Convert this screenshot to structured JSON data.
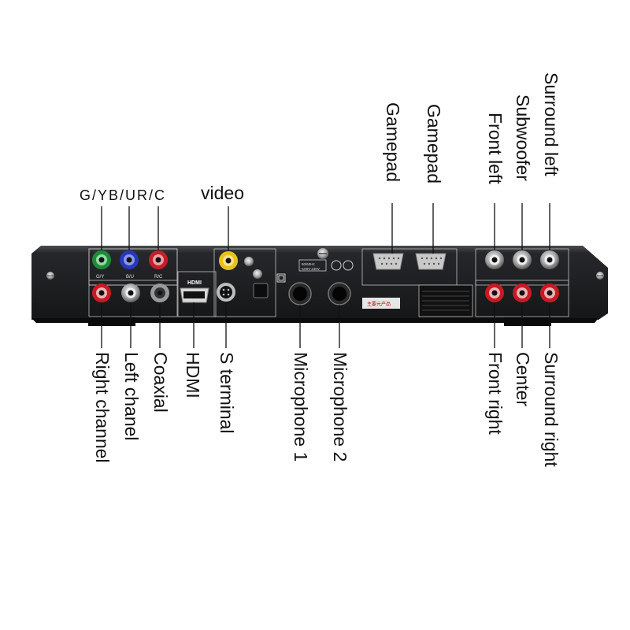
{
  "top_labels": {
    "component": "G/YB/UR/C",
    "video": "video",
    "gamepad_1": "Gamepad",
    "gamepad_2": "Gamepad",
    "front_left": "Front left",
    "subwoofer": "Subwoofer",
    "surround_left": "Surround left"
  },
  "bottom_labels": {
    "right_channel": "Right channel",
    "left_channel": "Left chanel",
    "coaxial": "Coaxial",
    "hdmi": "HDMI",
    "s_terminal": "S terminal",
    "microphone_1": "Microphone 1",
    "microphone_2": "Microphone 2",
    "front_right": "Front right",
    "center": "Center",
    "surround_right": "Surround right"
  },
  "panel_text": {
    "gy": "G/Y",
    "bu": "B/U",
    "rc": "R/C",
    "hdmi": "HDMI",
    "spec_line_1": "50/60Hz",
    "spec_line_2": "~100V-240V",
    "plate_title": "主要元产品"
  },
  "colors": {
    "chassis": "#1d1e20",
    "component_green": "#1e8a3c",
    "component_blue": "#2639b8",
    "component_red": "#c0202a",
    "video_yellow": "#e7c21a",
    "audio_white": "#d9d9d9",
    "audio_red": "#c61b24"
  }
}
